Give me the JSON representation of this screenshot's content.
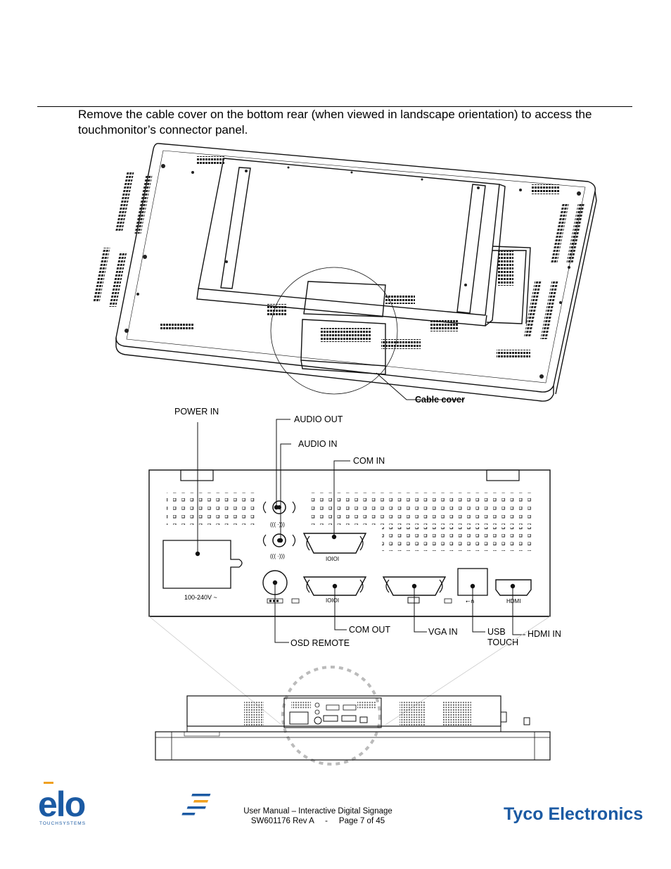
{
  "intro_text": "Remove the cable cover on the bottom rear (when viewed in landscape orientation) to access the touchmonitor’s connector panel.",
  "labels": {
    "cable_cover": "Cable cover",
    "power_in": "POWER IN",
    "audio_out": "AUDIO OUT",
    "audio_in": "AUDIO IN",
    "com_in": "COM IN",
    "com_out": "COM OUT",
    "vga_in": "VGA IN",
    "usb_touch_line1": "USB",
    "usb_touch_line2": "TOUCH",
    "hdmi_in": "HDMI IN",
    "osd_remote": "OSD REMOTE",
    "voltage": "100-240V ~",
    "hdmi_port": "HDMI",
    "com_port_marking": "IOIOI"
  },
  "footer": {
    "line1": "User Manual – Interactive Digital Signage",
    "line2": "SW601176 Rev A     -     Page 7 of 45"
  },
  "logos": {
    "elo_mark": "elo",
    "elo_sub": "TOUCHSYSTEMS",
    "tyco": "Tyco Electronics"
  },
  "colors": {
    "brand_blue": "#1b5aa3",
    "tyco_orange": "#f0a020"
  }
}
